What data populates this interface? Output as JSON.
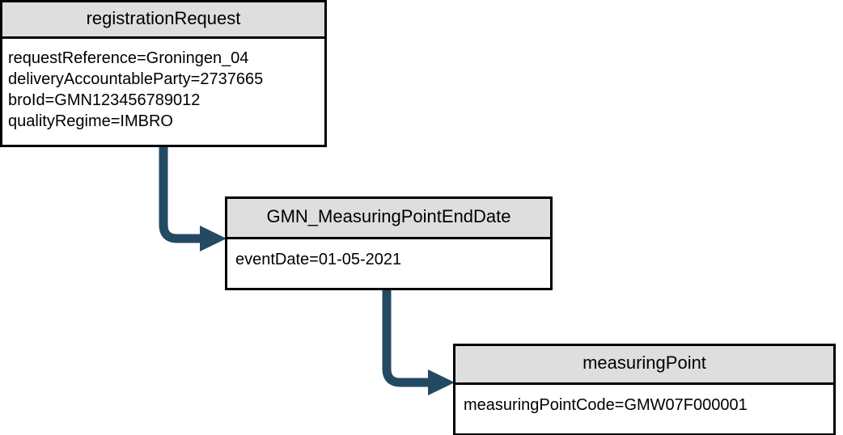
{
  "diagram": {
    "type": "uml-object-diagram",
    "background_color": "#ffffff",
    "box_header_color": "#dedede",
    "box_body_color": "#ffffff",
    "box_border_color": "#000000",
    "connector_color": "#244a63",
    "boxes": [
      {
        "id": "registrationRequest",
        "title": "registrationRequest",
        "attributes": [
          "requestReference=Groningen_04",
          "deliveryAccountableParty=2737665",
          "broId=GMN123456789012",
          "qualityRegime=IMBRO"
        ]
      },
      {
        "id": "GMN_MeasuringPointEndDate",
        "title": "GMN_MeasuringPointEndDate",
        "attributes": [
          "eventDate=01-05-2021"
        ]
      },
      {
        "id": "measuringPoint",
        "title": "measuringPoint",
        "attributes": [
          "measuringPointCode=GMW07F000001"
        ]
      }
    ],
    "connectors": [
      {
        "id": "registrationRequest-to-endDate",
        "from": "registrationRequest",
        "to": "GMN_MeasuringPointEndDate",
        "style": "elbow-arrow"
      },
      {
        "id": "endDate-to-measuringPoint",
        "from": "GMN_MeasuringPointEndDate",
        "to": "measuringPoint",
        "style": "elbow-arrow"
      }
    ]
  }
}
